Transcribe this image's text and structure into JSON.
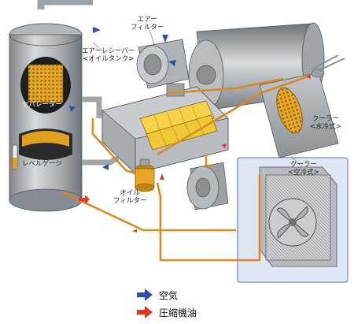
{
  "labels": {
    "air_filter": [
      "エアー",
      "フィルター"
    ],
    "air_receiver": [
      "エアーレシーバー",
      "<オイルタンク>"
    ],
    "separator": "セパレーター",
    "level_gauge": "レベルゲージ",
    "oil_filter": [
      "オイル",
      "フィルター"
    ],
    "cooler_water": [
      "クーラー",
      "<水冷式>"
    ],
    "cooler_air": [
      "クーラー",
      "<空冷式>"
    ]
  },
  "legend": [
    {
      "label": "空気",
      "color": "#2f4fa8",
      "icon": "arrow-right-icon"
    },
    {
      "label": "圧縮機油",
      "color": "#e03a1e",
      "icon": "arrow-right-icon"
    }
  ],
  "colors": {
    "oil_pipe": "#d98a22",
    "tank_body": "#9ea3a8",
    "rotor": "#f5d24a",
    "cooler_panel": "#dfe6f4",
    "oil_dark": "#2a2a2a",
    "oil_amber": "#e0a020"
  }
}
